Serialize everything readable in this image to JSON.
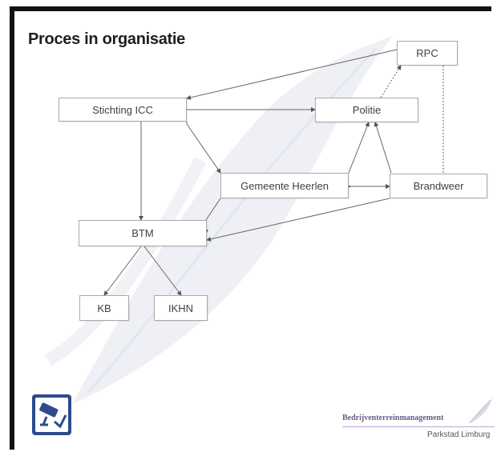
{
  "slide": {
    "title": "Proces in organisatie"
  },
  "nodes": {
    "rpc": "RPC",
    "stichting_icc": "Stichting ICC",
    "politie": "Politie",
    "gemeente_heerlen": "Gemeente Heerlen",
    "brandweer": "Brandweer",
    "btm": "BTM",
    "kb": "KB",
    "ikhn": "IKHN"
  },
  "footer": {
    "brand_name": "Bedrijventerreinmanagement",
    "brand_region": "Parkstad Limburg",
    "logo_text": ""
  },
  "colors": {
    "frame": "#111111",
    "box_border": "#a9a9a9",
    "connector": "#555555",
    "watermark": "#e9ecf2",
    "logo_blue": "#2d4b8c",
    "brand_purple": "#6b5a87"
  }
}
